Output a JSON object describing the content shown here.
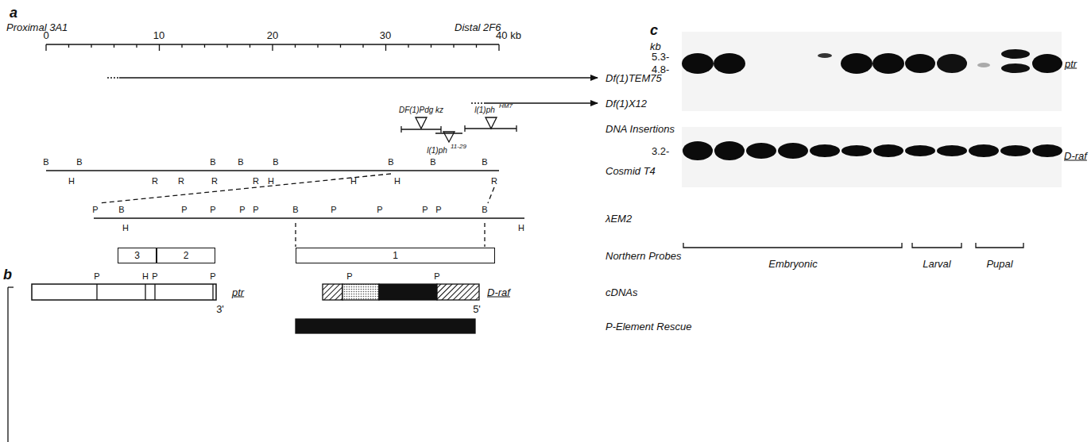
{
  "diagram": {
    "nodes": [
      {
        "text": [
          "3"
        ]
      },
      {
        "text": [
          "2"
        ]
      },
      {
        "text": [
          "1"
        ]
      }
    ],
    "labels": [
      "a",
      "Proximal 3A1",
      "Distal 2F6",
      "0",
      "10",
      "20",
      "30",
      "40 kb",
      "Df(1)TEM75",
      "Df(1)X12",
      "DF(1)Pdg kz",
      "l(1)ph",
      "HM7",
      "l(1)ph",
      "11-29",
      "DNA Insertions",
      "B",
      "B",
      "B",
      "B",
      "B",
      "B",
      "B",
      "B",
      "H",
      "H",
      "H",
      "H",
      "R",
      "R",
      "R",
      "R",
      "R",
      "Cosmid T4",
      "P",
      "B",
      "P",
      "P",
      "P",
      "P",
      "B",
      "P",
      "P",
      "P",
      "P",
      "B",
      "H",
      "H",
      "λEM2",
      "Northern Probes",
      "b",
      "P",
      "H",
      "P",
      "P",
      "3'",
      "ptr",
      "P",
      "P",
      "5'",
      "D-raf",
      "cDNAs",
      "P-Element Rescue",
      "c",
      "kb",
      "5.3-",
      "4.8-",
      "ptr",
      "3.2-",
      "D-raf",
      "Embryonic",
      "Larval",
      "Pupal"
    ]
  }
}
